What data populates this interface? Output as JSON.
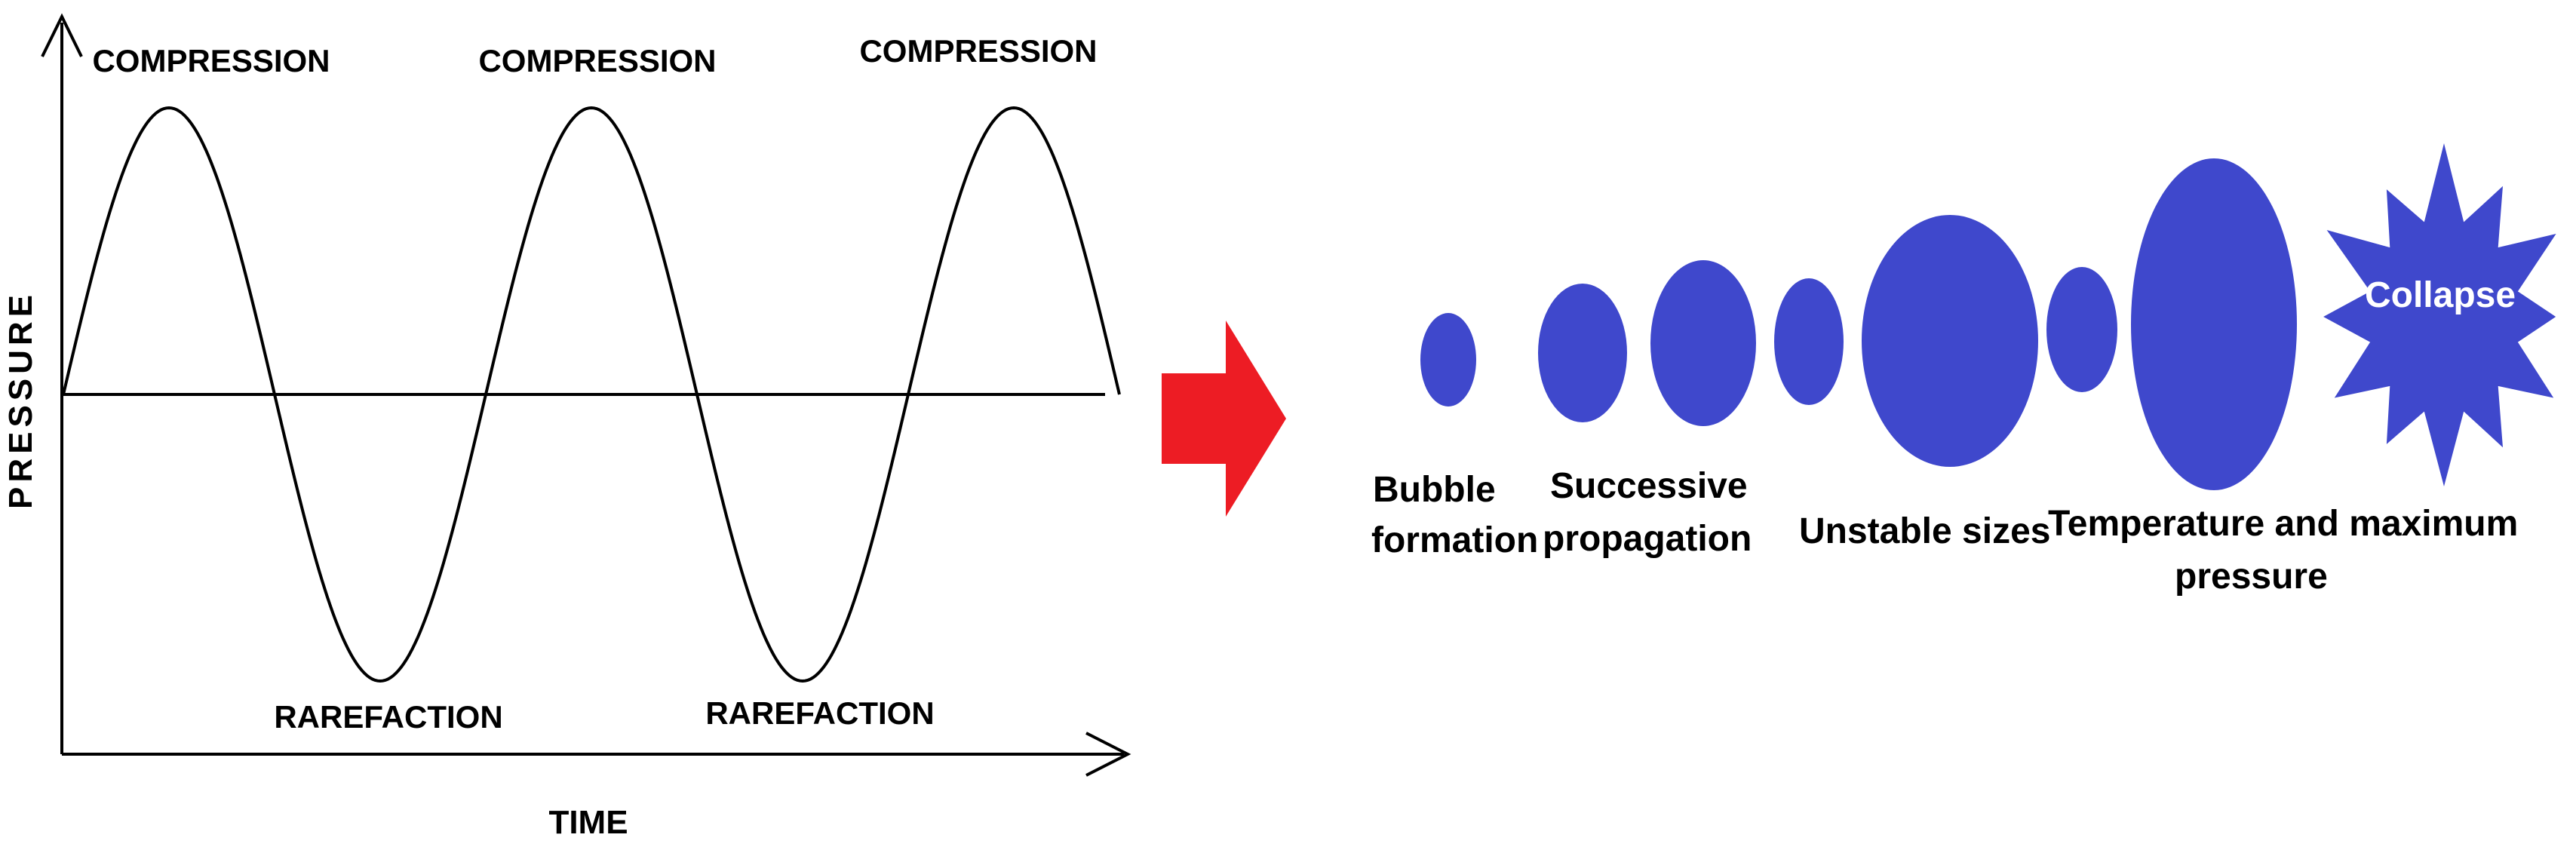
{
  "wave": {
    "y_axis_label": "PRESSURE",
    "x_axis_label": "TIME",
    "peak_labels": [
      "COMPRESSION",
      "COMPRESSION",
      "COMPRESSION"
    ],
    "trough_labels": [
      "RAREFACTION",
      "RAREFACTION"
    ]
  },
  "stages": {
    "labels": [
      [
        "Bubble",
        "formation"
      ],
      [
        "Successive",
        "propagation"
      ],
      [
        "Unstable sizes"
      ],
      [
        "Temperature and maximum",
        "pressure"
      ]
    ],
    "collapse_label": "Collapse"
  },
  "colors": {
    "bubble": "#3f48cc",
    "arrow": "#ed1c24",
    "line": "#000000"
  }
}
